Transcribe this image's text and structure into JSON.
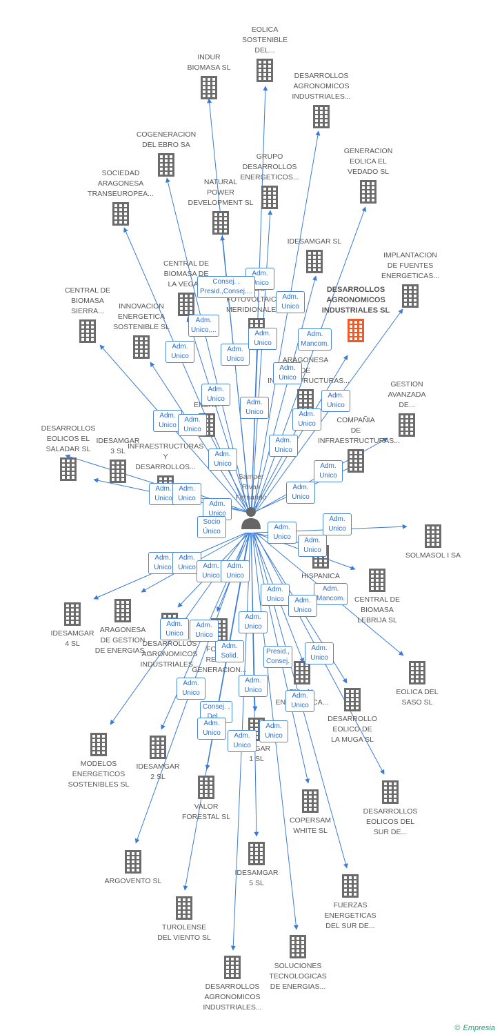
{
  "colors": {
    "edge": "#3a7bd5",
    "building": "#6b6b6b",
    "highlight": "#f05a28",
    "person": "#666666"
  },
  "person": {
    "label": "Samper\nRivas\nFernando",
    "icon": "person-icon"
  },
  "highlight_company": "DESARROLLOS\nAGRONOMICOS\nINDUSTRIALES SL",
  "companies": [
    {
      "id": "eolica-sostenible",
      "label": "EOLICA\nSOSTENIBLE\nDEL...",
      "icon": "building-icon"
    },
    {
      "id": "indur-biomasa",
      "label": "INDUR\nBIOMASA SL",
      "icon": "building-icon"
    },
    {
      "id": "desarrollos-agro-1",
      "label": "DESARROLLOS\nAGRONOMICOS\nINDUSTRIALES...",
      "icon": "building-icon"
    },
    {
      "id": "cogeneracion-ebro",
      "label": "COGENERACION\nDEL EBRO SA",
      "icon": "building-icon"
    },
    {
      "id": "grupo-desarrollos",
      "label": "GRUPO\nDESARROLLOS\nENERGETICOS...",
      "icon": "building-icon"
    },
    {
      "id": "generacion-vedado",
      "label": "GENERACION\nEOLICA EL\nVEDADO SL",
      "icon": "building-icon"
    },
    {
      "id": "sociedad-aragonesa",
      "label": "SOCIEDAD\nARAGONESA\nTRANSEUROPEA...",
      "icon": "building-icon"
    },
    {
      "id": "natural-power",
      "label": "NATURAL\nPOWER\nDEVELOPMENT SL",
      "icon": "building-icon"
    },
    {
      "id": "idesamgar-sl",
      "label": "IDESAMGAR  SL",
      "icon": "building-icon"
    },
    {
      "id": "implantacion",
      "label": "IMPLANTACION\nDE FUENTES\nENERGETICAS...",
      "icon": "building-icon"
    },
    {
      "id": "central-vega",
      "label": "CENTRAL DE\nBIOMASA DE\nLA VEGA...",
      "icon": "building-icon"
    },
    {
      "id": "fotovoltaicos",
      "label": "...OS\nFOTOVOLTAICOS\nMERIDIONALES...",
      "icon": "building-icon"
    },
    {
      "id": "central-sierra",
      "label": "CENTRAL DE\nBIOMASA\nSIERRA...",
      "icon": "building-icon"
    },
    {
      "id": "innovacion",
      "label": "INNOVACION\nENERGETICA\nSOSTENIBLE SL",
      "icon": "building-icon"
    },
    {
      "id": "aragonesa-infra",
      "label": "ARAGONESA\nDE\nINFRAESTRUCTURAS...",
      "icon": "building-icon"
    },
    {
      "id": "gestion-avanzada",
      "label": "GESTION\nAVANZADA\nDE...",
      "icon": "building-icon"
    },
    {
      "id": "energias-r",
      "label": "R...\nENER...",
      "icon": "building-icon"
    },
    {
      "id": "desarrollos-saladar",
      "label": "DESARROLLOS\nEOLICOS EL\nSALADAR SL",
      "icon": "building-icon"
    },
    {
      "id": "idesamgar-3",
      "label": "IDESAMGAR\n3  SL",
      "icon": "building-icon"
    },
    {
      "id": "infra-desarrollos",
      "label": "INFRAESTRUCTURAS\nY\nDESARROLLOS...",
      "icon": "building-icon"
    },
    {
      "id": "compania-infra",
      "label": "COMPAÑIA\nDE\nINFRAESTRUCTURAS...",
      "icon": "building-icon"
    },
    {
      "id": "solmasol",
      "label": "SOLMASOL I SA",
      "icon": "building-icon"
    },
    {
      "id": "hispanica",
      "label": "HISPANICA",
      "icon": "building-icon"
    },
    {
      "id": "central-lebrija",
      "label": "CENTRAL DE\nBIOMASA\nLEBRIJA SL",
      "icon": "building-icon"
    },
    {
      "id": "idesamgar-4",
      "label": "IDESAMGAR\n4  SL",
      "icon": "building-icon"
    },
    {
      "id": "aragonesa-gestion",
      "label": "ARAGONESA\nDE GESTION\nDE ENERGIAS...",
      "icon": "building-icon"
    },
    {
      "id": "desarrollos-agro-2",
      "label": "DESARROLLOS\nAGRONOMICOS\nINDUSTRIALES...",
      "icon": "building-icon"
    },
    {
      "id": "fore-reno",
      "label": "FORE...\nRENO...\nGENERACION...",
      "icon": "building-icon"
    },
    {
      "id": "eolica-saso",
      "label": "EOLICA DEL\nSASO SL",
      "icon": "building-icon"
    },
    {
      "id": "em-energetica",
      "label": "EM...AL\nENERGETICA...",
      "icon": "building-icon"
    },
    {
      "id": "desarrollo-muga",
      "label": "DESARROLLO\nEOLICO DE\nLA MUGA SL",
      "icon": "building-icon"
    },
    {
      "id": "modelos",
      "label": "MODELOS\nENERGETICOS\nSOSTENIBLES SL",
      "icon": "building-icon"
    },
    {
      "id": "idesamgar-2",
      "label": "IDESAMGAR\n2  SL",
      "icon": "building-icon"
    },
    {
      "id": "idesamgar-1",
      "label": "...MGAR\n1  SL",
      "icon": "building-icon"
    },
    {
      "id": "valor-forestal",
      "label": "VALOR\nFORESTAL SL",
      "icon": "building-icon"
    },
    {
      "id": "copersam",
      "label": "COPERSAM\nWHITE SL",
      "icon": "building-icon"
    },
    {
      "id": "desarrollos-sur",
      "label": "DESARROLLOS\nEOLICOS DEL\nSUR DE...",
      "icon": "building-icon"
    },
    {
      "id": "argovento",
      "label": "ARGOVENTO SL",
      "icon": "building-icon"
    },
    {
      "id": "idesamgar-5",
      "label": "IDESAMGAR\n5  SL",
      "icon": "building-icon"
    },
    {
      "id": "fuerzas",
      "label": "FUERZAS\nENERGETICAS\nDEL SUR DE...",
      "icon": "building-icon"
    },
    {
      "id": "turolense",
      "label": "TUROLENSE\nDEL VIENTO SL",
      "icon": "building-icon"
    },
    {
      "id": "soluciones",
      "label": "SOLUCIONES\nTECNOLOGICAS\nDE ENERGIAS...",
      "icon": "building-icon"
    },
    {
      "id": "desarrollos-agro-3",
      "label": "DESARROLLOS\nAGRONOMICOS\nINDUSTRIALES...",
      "icon": "building-icon"
    }
  ],
  "edge_labels": [
    "Adm.\nUnico",
    "Consej. ,\nPresid.,Consej....",
    "Adm.\nUnico",
    "Adm.\nUnico,...",
    "Adm.\nUnico",
    "Adm.\nUnico",
    "Adm.\nMancom.",
    "Adm.\nUnico",
    "Adm.\nUnico",
    "Adm.\nUnico",
    "Adm.\nUnico",
    "Adm.\nUnico",
    "Adm.\nUnico",
    "Adm.\nUnico",
    "Adm.\nUnico",
    "Adm.\nUnico",
    "Adm.\nUnico",
    "Adm.\nUnico",
    "Adm.\nUnico",
    "Adm.\nUnico",
    "Adm.\nUnico",
    "Adm.\nUnico",
    "Socio\nÚnico",
    "Adm.\nUnico",
    "Adm.\nUnico",
    "Adm.\nUnico",
    "Adm.\nUnico",
    "Adm.\nUnico",
    "Adm.\nUnico",
    "Adm.\nUnico",
    "Adm.\nUnico",
    "Adm.\nMancom.",
    "Adm.\nUnico",
    "Adm.\nUnico",
    "Adm.\nSolid.",
    "Adm.\nUnico",
    "Adm.\nUnico",
    "Presid.,\nConsej.",
    "Adm.\nUnico",
    "Adm.\nUnico",
    "Adm.\nUnico",
    "Consej. ,\nDel....",
    "Adm.\nUnico",
    "Adm.\nUnico",
    "Adm.\nUnico",
    "Adm.\nUnico"
  ],
  "footer": {
    "copyright": "©",
    "brand": "Empresia"
  }
}
